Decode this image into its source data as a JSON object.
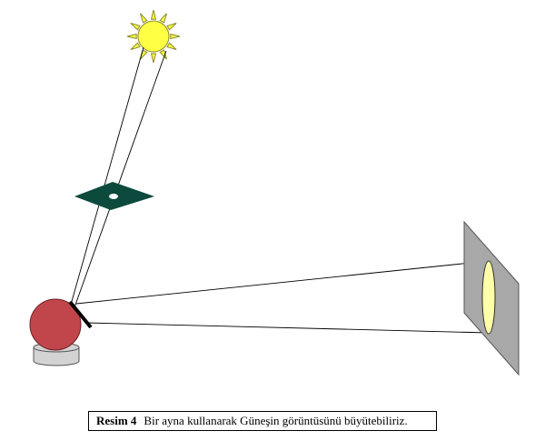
{
  "caption": {
    "label": "Resim 4",
    "text": "Bir ayna kullanarak Güneşin görüntüsünü büyütebiliriz."
  },
  "colors": {
    "sun_fill": "#ffff44",
    "sun_stroke": "#8a8a2a",
    "pinhole_card": "#0d4a3e",
    "ball_fill": "#c0464b",
    "ball_stroke": "#6a2024",
    "stand_fill": "#d3d3d3",
    "screen_fill": "#a8a8a8",
    "image_fill": "#ffffaa",
    "mirror": "#000000",
    "ray": "#000000"
  },
  "icons": [
    "sun-icon",
    "pinhole-card",
    "red-ball",
    "mirror",
    "screen",
    "sun-image"
  ]
}
